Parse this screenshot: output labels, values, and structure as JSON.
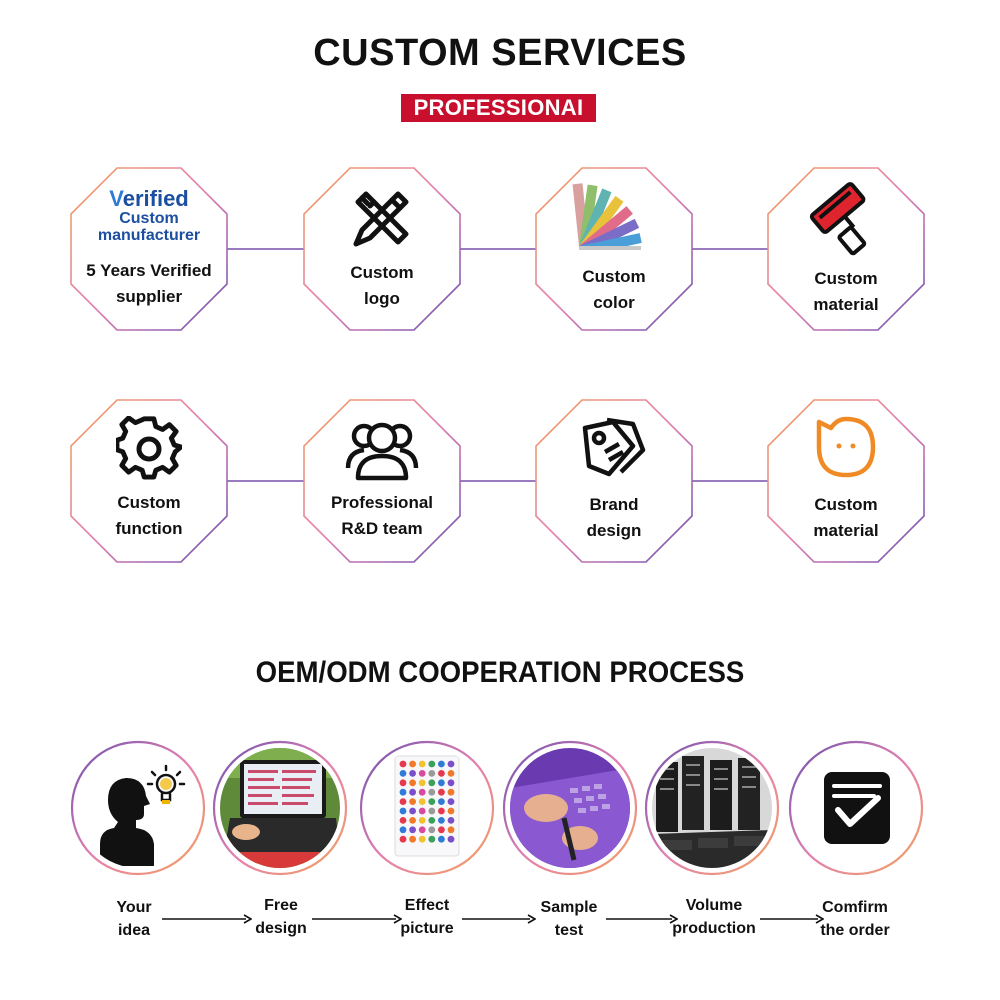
{
  "header": {
    "title": "CUSTOM SERVICES",
    "badge": "PROFESSIONAI"
  },
  "services": [
    {
      "verified_word": "erified",
      "verified_v": "V",
      "verified_sub1": "Custom",
      "verified_sub2": "manufacturer",
      "line1": "5 Years Verified",
      "line2": "supplier",
      "icon": "verified-badge"
    },
    {
      "line1": "Custom",
      "line2": "logo",
      "icon": "pencil-ruler-icon"
    },
    {
      "line1": "Custom",
      "line2": "color",
      "icon": "color-swatch-fan"
    },
    {
      "line1": "Custom",
      "line2": "material",
      "icon": "paint-roller-icon"
    },
    {
      "line1": "Custom",
      "line2": "function",
      "icon": "gear-icon"
    },
    {
      "line1": "Professional",
      "line2": "R&D team",
      "icon": "team-icon"
    },
    {
      "line1": "Brand",
      "line2": "design",
      "icon": "tags-icon"
    },
    {
      "line1": "Custom",
      "line2": "material",
      "icon": "chat-face-icon"
    }
  ],
  "process": {
    "title": "OEM/ODM COOPERATION PROCESS",
    "steps": [
      {
        "line1": "Your",
        "line2": "idea",
        "icon": "idea-head-icon"
      },
      {
        "line1": "Free",
        "line2": "design",
        "icon": "laptop-photo"
      },
      {
        "line1": "Effect",
        "line2": "picture",
        "icon": "dot-chart-photo"
      },
      {
        "line1": "Sample",
        "line2": "test",
        "icon": "sample-test-photo"
      },
      {
        "line1": "Volume",
        "line2": "production",
        "icon": "production-photo"
      },
      {
        "line1": "Comfirm",
        "line2": "the order",
        "icon": "confirm-order-icon"
      }
    ]
  },
  "colors": {
    "badge_bg": "#c8102e",
    "octagon_gradient": [
      "#f5a25d",
      "#7a5ab8"
    ],
    "accent_orange": "#f08a24",
    "roller_red": "#e0242e"
  }
}
